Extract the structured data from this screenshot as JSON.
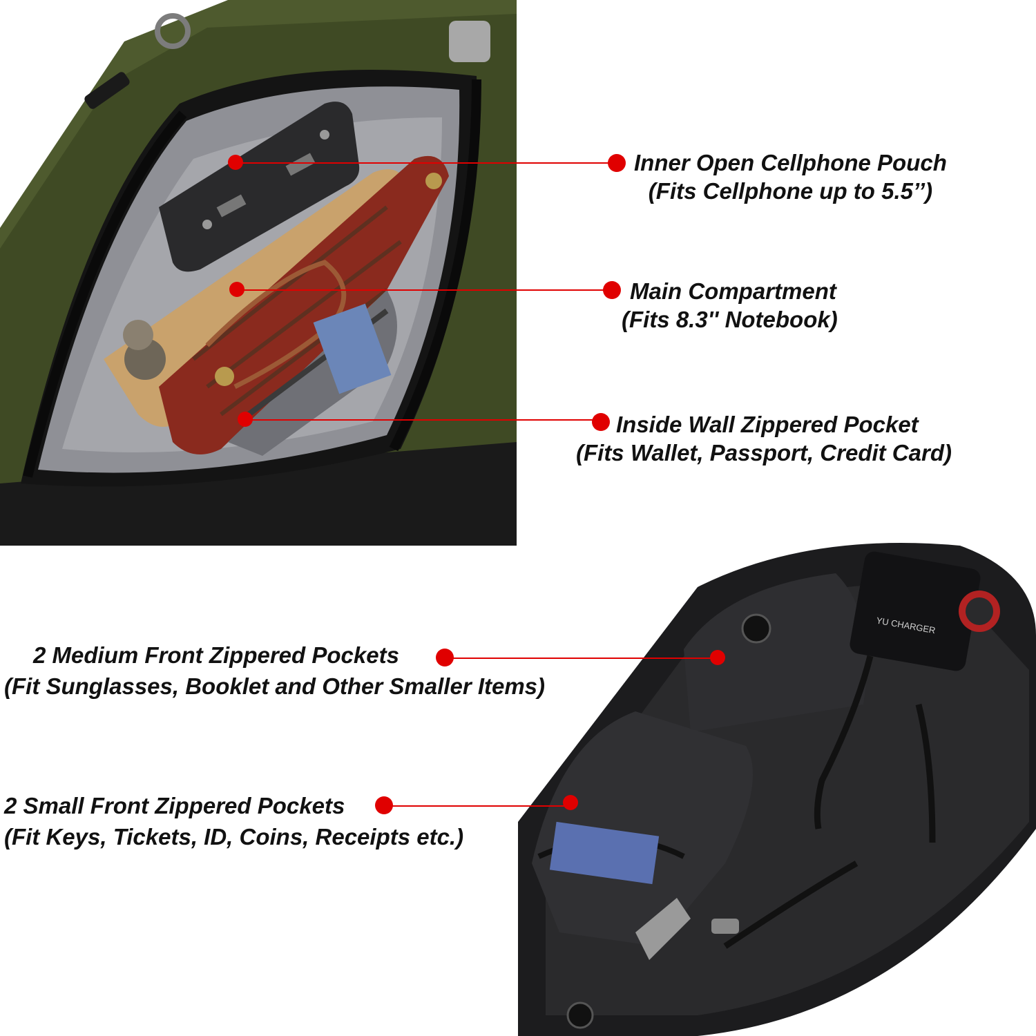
{
  "callouts": {
    "inner_pouch": {
      "title": "Inner Open Cellphone Pouch",
      "subtitle": "(Fits Cellphone up to 5.5’’)"
    },
    "main_compartment": {
      "title": "Main Compartment",
      "subtitle": "(Fits 8.3'' Notebook)"
    },
    "inside_wall": {
      "title": "Inside Wall Zippered Pocket",
      "subtitle": "(Fits Wallet, Passport, Credit Card)"
    },
    "medium_pockets": {
      "title": "2 Medium Front Zippered Pockets",
      "subtitle": "(Fit Sunglasses, Booklet and Other Smaller Items)"
    },
    "small_pockets": {
      "title": "2 Small Front Zippered Pockets",
      "subtitle": "(Fit Keys, Tickets, ID, Coins, Receipts etc.)"
    }
  },
  "product_marks": {
    "charger_label": "YU CHARGER"
  },
  "colors": {
    "accent_red": "#e00000",
    "bag_green": "#4e5a2e",
    "bag_black": "#1c1c1e",
    "lining_gray": "#8f9096"
  }
}
